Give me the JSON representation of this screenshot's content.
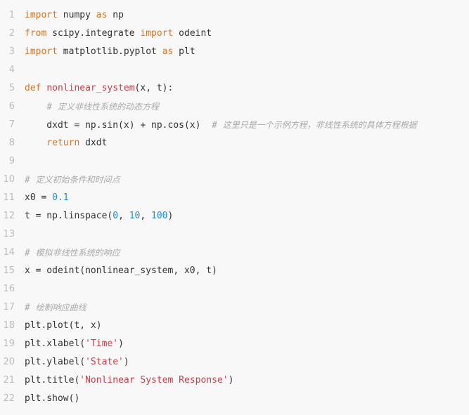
{
  "colors": {
    "background": "#f8f8f8",
    "text": "#333333",
    "keyword": "#d4762c",
    "function_name": "#c8414c",
    "number": "#1c8fd6",
    "string": "#c8414c",
    "comment": "#a8a8a8",
    "line_number": "#bcbcbc"
  },
  "lines": [
    {
      "n": "1",
      "tokens": [
        [
          "kw",
          "import"
        ],
        [
          "t",
          " numpy "
        ],
        [
          "kw",
          "as"
        ],
        [
          "t",
          " np"
        ]
      ]
    },
    {
      "n": "2",
      "tokens": [
        [
          "kw",
          "from"
        ],
        [
          "t",
          " scipy.integrate "
        ],
        [
          "kw",
          "import"
        ],
        [
          "t",
          " odeint"
        ]
      ]
    },
    {
      "n": "3",
      "tokens": [
        [
          "kw",
          "import"
        ],
        [
          "t",
          " matplotlib.pyplot "
        ],
        [
          "kw",
          "as"
        ],
        [
          "t",
          " plt"
        ]
      ]
    },
    {
      "n": "4",
      "tokens": []
    },
    {
      "n": "5",
      "tokens": [
        [
          "kw",
          "def"
        ],
        [
          "t",
          " "
        ],
        [
          "fn",
          "nonlinear_system"
        ],
        [
          "t",
          "(x, t):"
        ]
      ]
    },
    {
      "n": "6",
      "tokens": [
        [
          "t",
          "    "
        ],
        [
          "cm",
          "# "
        ],
        [
          "cmj",
          "定义非线性系统的动态方程"
        ]
      ]
    },
    {
      "n": "7",
      "tokens": [
        [
          "t",
          "    dxdt = np.sin(x) + np.cos(x)  "
        ],
        [
          "cm",
          "# "
        ],
        [
          "cmj",
          "这里只是一个示例方程，非线性系统的具体方程根据"
        ]
      ]
    },
    {
      "n": "8",
      "tokens": [
        [
          "t",
          "    "
        ],
        [
          "kw",
          "return"
        ],
        [
          "t",
          " dxdt"
        ]
      ]
    },
    {
      "n": "9",
      "tokens": []
    },
    {
      "n": "10",
      "tokens": [
        [
          "cm",
          "# "
        ],
        [
          "cmj",
          "定义初始条件和时间点"
        ]
      ]
    },
    {
      "n": "11",
      "tokens": [
        [
          "t",
          "x0 = "
        ],
        [
          "num",
          "0.1"
        ]
      ]
    },
    {
      "n": "12",
      "tokens": [
        [
          "t",
          "t = np.linspace("
        ],
        [
          "num",
          "0"
        ],
        [
          "t",
          ", "
        ],
        [
          "num",
          "10"
        ],
        [
          "t",
          ", "
        ],
        [
          "num",
          "100"
        ],
        [
          "t",
          ")"
        ]
      ]
    },
    {
      "n": "13",
      "tokens": []
    },
    {
      "n": "14",
      "tokens": [
        [
          "cm",
          "# "
        ],
        [
          "cmj",
          "模拟非线性系统的响应"
        ]
      ]
    },
    {
      "n": "15",
      "tokens": [
        [
          "t",
          "x = odeint(nonlinear_system, x0, t)"
        ]
      ]
    },
    {
      "n": "16",
      "tokens": []
    },
    {
      "n": "17",
      "tokens": [
        [
          "cm",
          "# "
        ],
        [
          "cmj",
          "绘制响应曲线"
        ]
      ]
    },
    {
      "n": "18",
      "tokens": [
        [
          "t",
          "plt.plot(t, x)"
        ]
      ]
    },
    {
      "n": "19",
      "tokens": [
        [
          "t",
          "plt.xlabel("
        ],
        [
          "str",
          "'Time'"
        ],
        [
          "t",
          ")"
        ]
      ]
    },
    {
      "n": "20",
      "tokens": [
        [
          "t",
          "plt.ylabel("
        ],
        [
          "str",
          "'State'"
        ],
        [
          "t",
          ")"
        ]
      ]
    },
    {
      "n": "21",
      "tokens": [
        [
          "t",
          "plt.title("
        ],
        [
          "str",
          "'Nonlinear System Response'"
        ],
        [
          "t",
          ")"
        ]
      ]
    },
    {
      "n": "22",
      "tokens": [
        [
          "t",
          "plt.show()"
        ]
      ]
    }
  ]
}
